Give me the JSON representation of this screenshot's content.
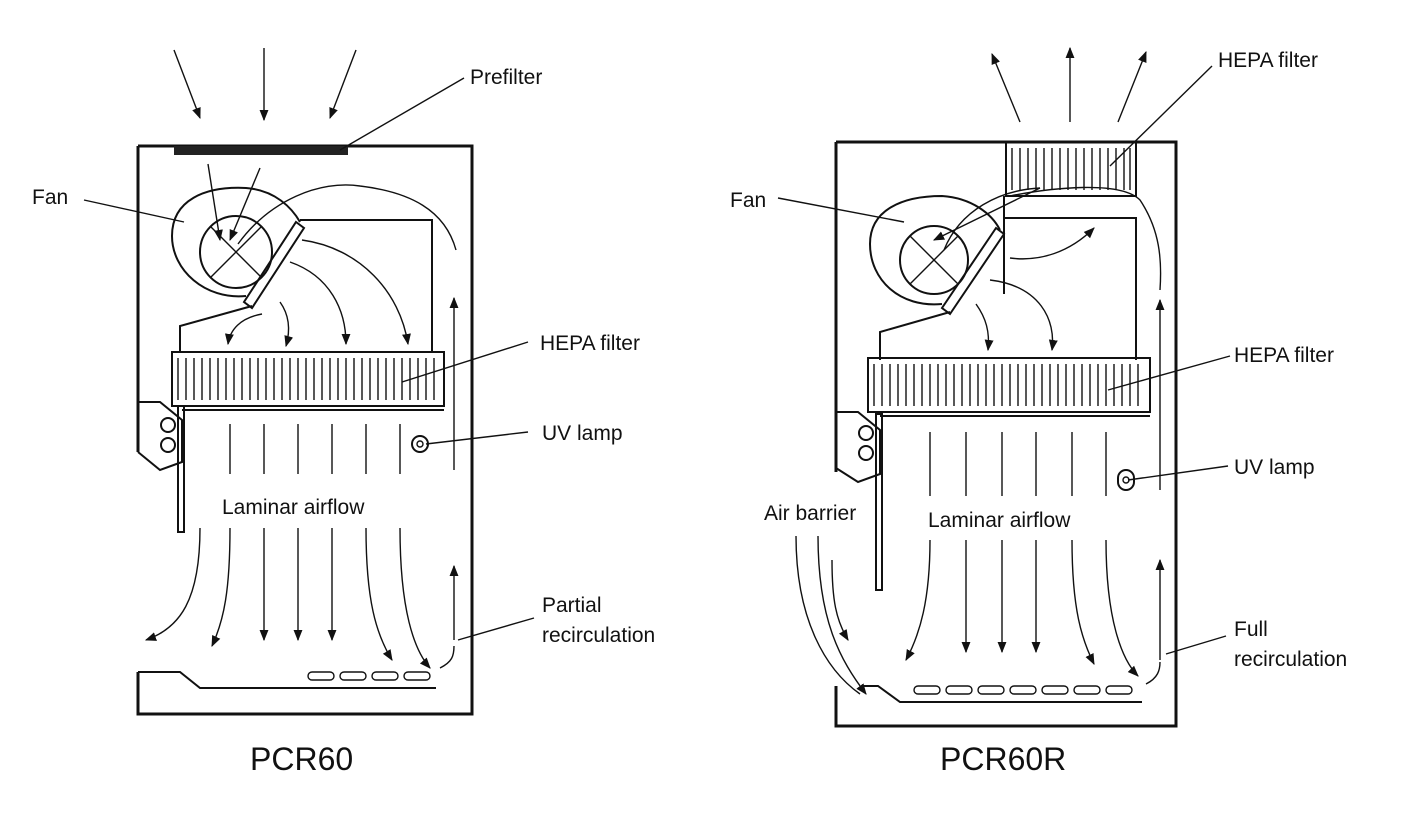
{
  "left": {
    "title": "PCR60",
    "labels": {
      "prefilter": "Prefilter",
      "fan": "Fan",
      "hepa": "HEPA filter",
      "uv": "UV lamp",
      "laminar": "Laminar airflow",
      "recirc_line1": "Partial",
      "recirc_line2": "recirculation"
    }
  },
  "right": {
    "title": "PCR60R",
    "labels": {
      "hepa_top": "HEPA filter",
      "fan": "Fan",
      "hepa": "HEPA filter",
      "uv": "UV lamp",
      "air_barrier": "Air barrier",
      "laminar": "Laminar airflow",
      "recirc_line1": "Full",
      "recirc_line2": "recirculation"
    }
  }
}
